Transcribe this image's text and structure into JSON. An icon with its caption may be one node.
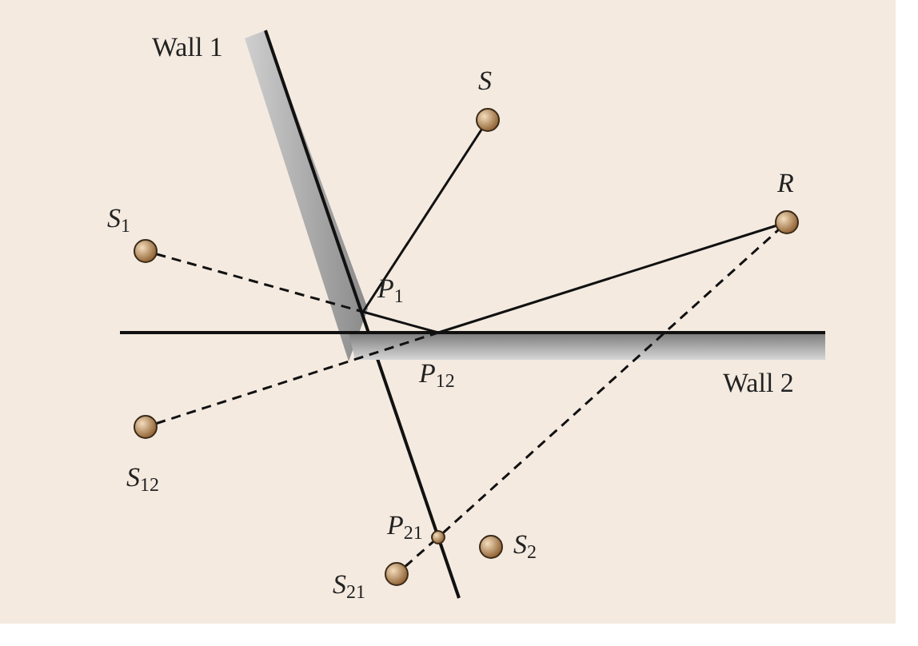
{
  "diagram": {
    "nodes": [
      {
        "text": [
          "Wall 1"
        ]
      },
      {
        "text": [
          "*S*"
        ]
      },
      {
        "text": [
          "*R*"
        ]
      },
      {
        "text": [
          "*S*$_{1}$"
        ]
      },
      {
        "text": [
          "*P*$_{1}$"
        ]
      },
      {
        "text": [
          "*P*$_{12}$"
        ]
      },
      {
        "text": [
          "Wall 2"
        ]
      },
      {
        "text": [
          "*S*$_{12}$"
        ]
      },
      {
        "text": [
          "*P*$_{21}$"
        ]
      },
      {
        "text": [
          "*S*$_{2}$"
        ]
      },
      {
        "text": [
          "*S*$_{21}$"
        ]
      }
    ],
    "edges": [
      {
        "from": 1,
        "to": 4,
        "arrow": "none"
      },
      {
        "from": 3,
        "to": 4,
        "arrow": "none",
        "style": "dashed"
      },
      {
        "from": 4,
        "to": 5,
        "arrow": "none"
      },
      {
        "from": 5,
        "to": 2,
        "arrow": "none"
      },
      {
        "from": 7,
        "to": 5,
        "arrow": "none",
        "style": "dashed"
      },
      {
        "from": 10,
        "to": 8,
        "arrow": "none",
        "style": "dashed"
      },
      {
        "from": 8,
        "to": 2,
        "arrow": "none",
        "style": "dashed"
      }
    ]
  }
}
